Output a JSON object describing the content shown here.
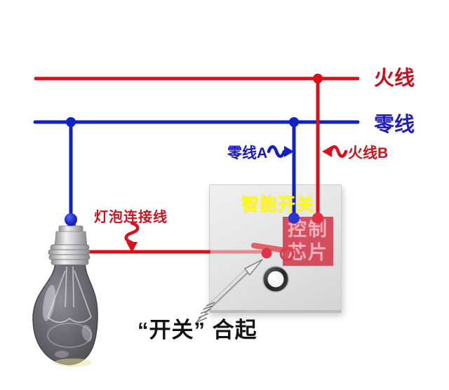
{
  "labels": {
    "live_wire": "火线",
    "neutral_wire": "零线",
    "neutral_branch_a": "零线A",
    "live_branch_b": "火线B",
    "bulb_connect_wire": "灯泡连接线",
    "caption": "“开关” 合起"
  },
  "smart_switch": {
    "title": "智能开关",
    "chip_line1": "控制",
    "chip_line2": "芯片"
  },
  "colors": {
    "live_wire_red": "#dc101a",
    "neutral_wire_blue": "#1220c6",
    "switch_title_yellow": "#ffff00",
    "chip_pink": "#d13446",
    "chip_text_pink": "#f2b0bc",
    "panel_gray": "#e2e2e2",
    "label_red": "#cc1420",
    "label_blue": "#2220b4",
    "caption_black": "#141414"
  }
}
